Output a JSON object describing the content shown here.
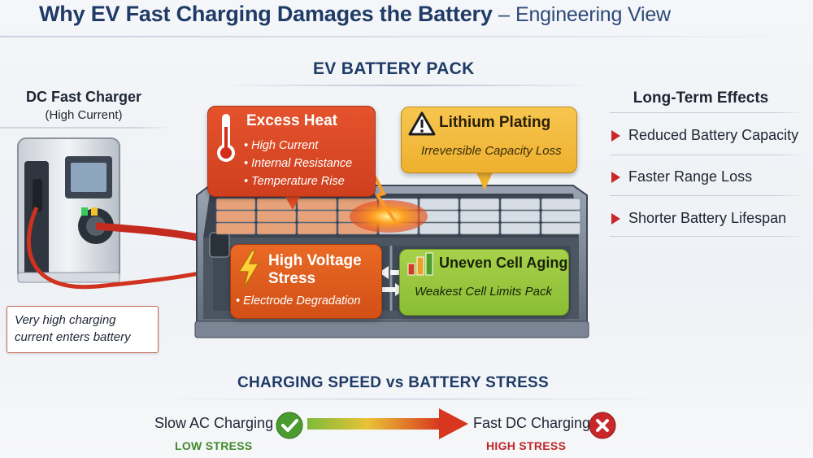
{
  "title": {
    "main": "Why EV Fast Charging Damages the Battery",
    "dash": "–",
    "sub": "Engineering View"
  },
  "pack": {
    "title": "EV BATTERY PACK"
  },
  "charger": {
    "title": "DC Fast Charger",
    "subtitle": "(High Current)"
  },
  "note": {
    "line1": "Very high charging",
    "line2": "current enters battery"
  },
  "heat": {
    "title": "Excess Heat",
    "items": [
      "• High Current",
      "• Internal Resistance",
      "• Temperature Rise"
    ],
    "color": "#d9461f"
  },
  "lithium": {
    "title": "Lithium Plating",
    "subtitle": "Irreversible Capacity Loss",
    "color": "#f2b93c"
  },
  "voltage": {
    "title_line1": "High Voltage",
    "title_line2": "Stress",
    "item": "• Electrode Degradation",
    "color": "#e0591c"
  },
  "aging": {
    "title": "Uneven Cell Aging",
    "subtitle": "Weakest Cell Limits Pack",
    "color": "#96c43c"
  },
  "effects": {
    "title": "Long-Term Effects",
    "items": [
      "Reduced Battery Capacity",
      "Faster Range Loss",
      "Shorter Battery Lifespan"
    ]
  },
  "speed": {
    "title": "CHARGING SPEED vs BATTERY STRESS",
    "slow_label": "Slow AC Charging",
    "slow_stress": "LOW STRESS",
    "fast_label": "Fast DC Charging",
    "fast_stress": "HIGH STRESS",
    "low_color": "#4c9b2f",
    "high_color": "#c8282a"
  },
  "icons": {
    "heat": "thermometer-icon",
    "lithium": "warning-triangle-icon",
    "voltage": "lightning-bolt-icon",
    "aging": "bar-chart-icon",
    "slow": "checkmark-icon",
    "fast": "x-mark-icon"
  }
}
